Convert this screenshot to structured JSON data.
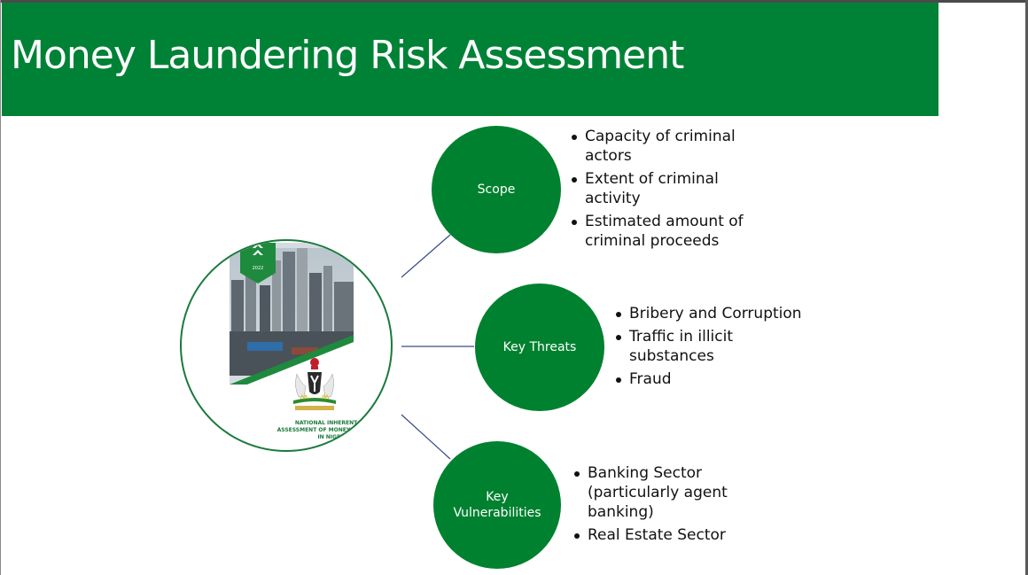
{
  "slide": {
    "title": "Money Laundering Risk Assessment"
  },
  "cover": {
    "year": "2022",
    "caption": "NATIONAL INHERENT RISK ASSESSMENT OF MONEY LAUNDERING IN NIGERIA"
  },
  "nodes": [
    {
      "label": "Scope",
      "bullets": [
        "Capacity of criminal actors",
        "Extent of criminal activity",
        "Estimated amount of criminal proceeds"
      ]
    },
    {
      "label": "Key Threats",
      "bullets": [
        "Bribery and Corruption",
        "Traffic in illicit substances",
        "Fraud"
      ]
    },
    {
      "label": "Key Vulnerabilities",
      "bullets": [
        "Banking Sector (particularly agent banking)",
        "Real Estate Sector"
      ]
    }
  ],
  "colors": {
    "primary_green": "#008236",
    "node_green": "#00812f",
    "connector": "#3b4a8c",
    "bullet_text": "#111111"
  }
}
